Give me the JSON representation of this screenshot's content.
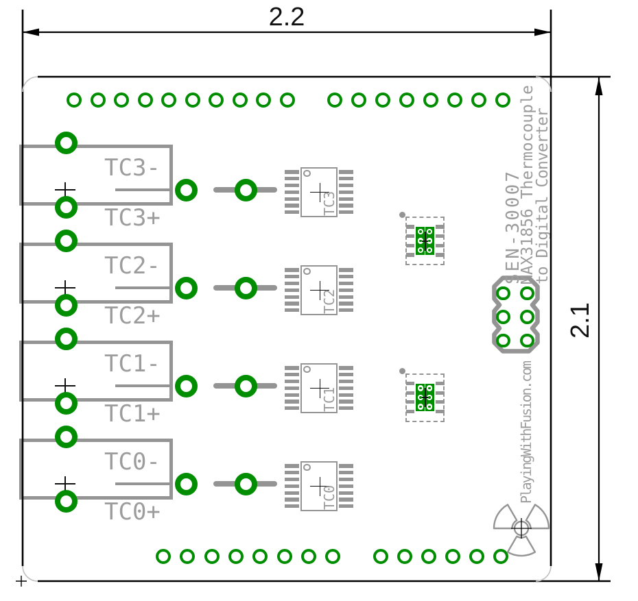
{
  "drawing": {
    "width_dim": "2.2",
    "height_dim": "2.1"
  },
  "silkscreen": {
    "title_lines": [
      "SEN-30007",
      "MAX31856 Thermocouple",
      "to Digital Converter"
    ],
    "website": "PlayingWithFusion.com"
  },
  "connectors": [
    {
      "name": "TC3",
      "neg": "TC3-",
      "pos": "TC3+",
      "chip": "TC3"
    },
    {
      "name": "TC2",
      "neg": "TC2-",
      "pos": "TC2+",
      "chip": "TC2"
    },
    {
      "name": "TC1",
      "neg": "TC1-",
      "pos": "TC1+",
      "chip": "TC1"
    },
    {
      "name": "TC0",
      "neg": "TC0-",
      "pos": "TC0+",
      "chip": "TC0"
    }
  ],
  "pin_headers": {
    "top_groups": [
      10,
      8
    ],
    "bottom_groups": [
      8,
      6
    ],
    "right_header": {
      "cols": 2,
      "rows": 3
    },
    "smd_pad_grids": 2
  },
  "colors": {
    "pad_green": "#008d00",
    "silk_gray": "#949494",
    "label_gray": "#9c9c9c",
    "corner_gray": "#c2c2c2",
    "outline_black": "#000000"
  },
  "icons": {
    "logo": "trefoil-fan-logo",
    "origin_marker": "plus-cross"
  }
}
